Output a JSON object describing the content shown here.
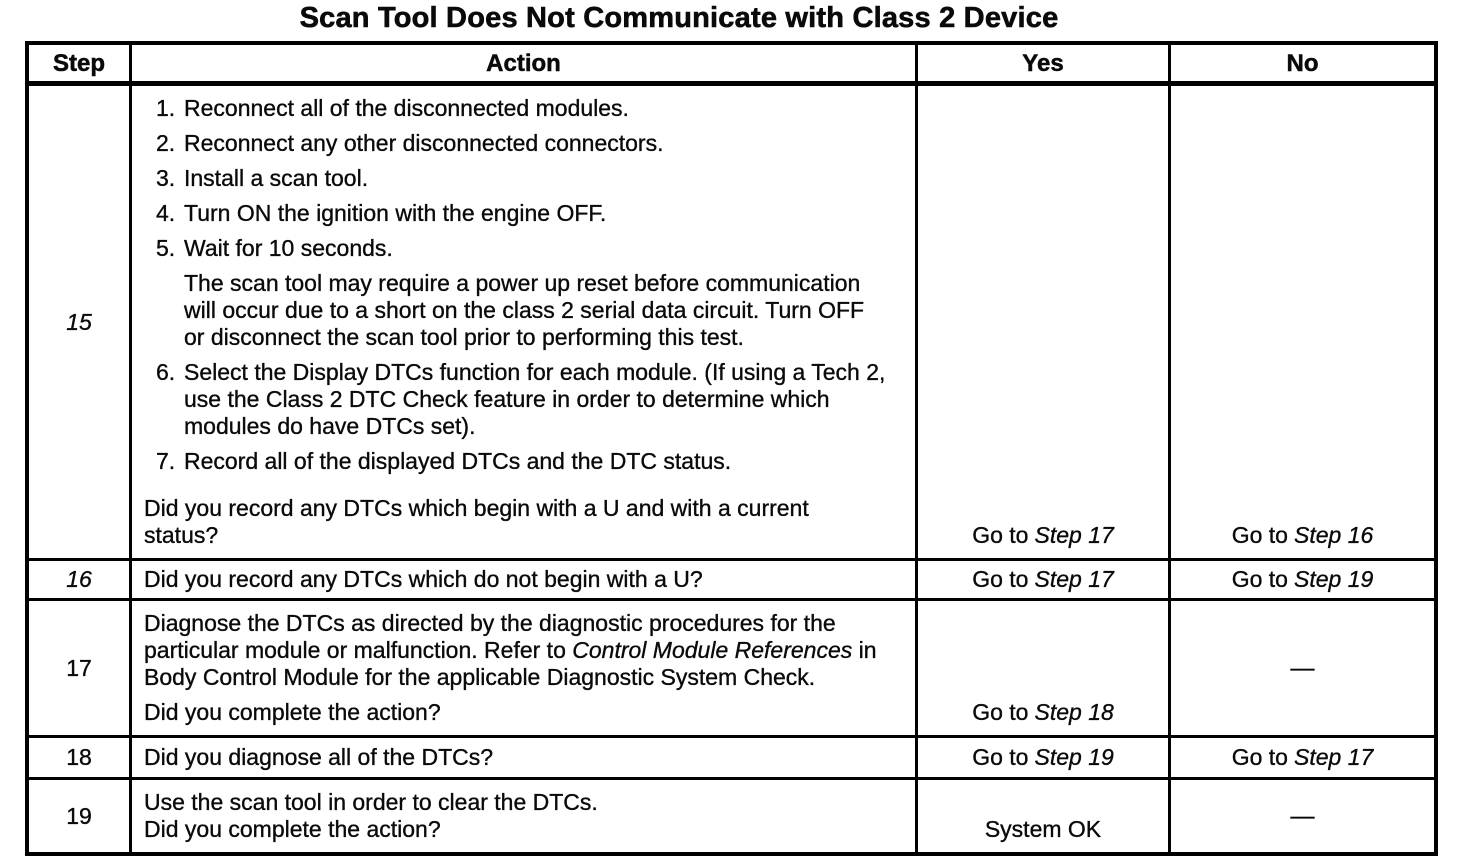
{
  "title": "Scan Tool Does Not Communicate with Class 2 Device",
  "table": {
    "headers": {
      "step": "Step",
      "action": "Action",
      "yes": "Yes",
      "no": "No"
    },
    "rows": [
      {
        "step": "15",
        "action": {
          "items": [
            {
              "num": "1.",
              "text": "Reconnect all of the disconnected modules."
            },
            {
              "num": "2.",
              "text": "Reconnect any other disconnected connectors."
            },
            {
              "num": "3.",
              "text": "Install a scan tool."
            },
            {
              "num": "4.",
              "text": "Turn ON the ignition with the engine OFF."
            },
            {
              "num": "5.",
              "text": "Wait for 10 seconds."
            },
            {
              "num": "6.",
              "text": "Select the Display DTCs function for each module. (If using a Tech 2, use the Class 2 DTC Check feature in order to determine which modules do have DTCs set)."
            },
            {
              "num": "7.",
              "text": "Record all of the displayed DTCs and the DTC status."
            }
          ],
          "note": "The scan tool may require a power up reset before communication will occur due to a short on the class 2 serial data circuit. Turn OFF or disconnect the scan tool prior to performing this test.",
          "question": "Did you record any DTCs which begin with a U and with a current status?"
        },
        "yes": {
          "text": "Go to",
          "em": "Step 17"
        },
        "no": {
          "text": "Go to",
          "em": "Step 16"
        }
      },
      {
        "step": "16",
        "action": {
          "question": "Did you record any DTCs which do not begin with a U?"
        },
        "yes": {
          "text": "Go to",
          "em": "Step 17"
        },
        "no": {
          "text": "Go to",
          "em": "Step 19"
        }
      },
      {
        "step": "17",
        "action": {
          "paragraph": {
            "part1": "Diagnose the DTCs as directed by the diagnostic procedures for the particular module or malfunction. Refer to ",
            "em": "Control Module References",
            "part2": " in Body Control Module for the applicable Diagnostic System Check."
          },
          "question": "Did you complete the action?"
        },
        "yes": {
          "text": "Go to",
          "em": "Step 18"
        },
        "no": {
          "dash": "—"
        }
      },
      {
        "step": "18",
        "action": {
          "question": "Did you diagnose all of the DTCs?"
        },
        "yes": {
          "text": "Go to",
          "em": "Step 19"
        },
        "no": {
          "text": "Go to",
          "em": "Step 17"
        }
      },
      {
        "step": "19",
        "action": {
          "line1": "Use the scan tool in order to clear the DTCs.",
          "question": "Did you complete the action?"
        },
        "yes": {
          "text": "System OK"
        },
        "no": {
          "dash": "—"
        }
      }
    ]
  }
}
